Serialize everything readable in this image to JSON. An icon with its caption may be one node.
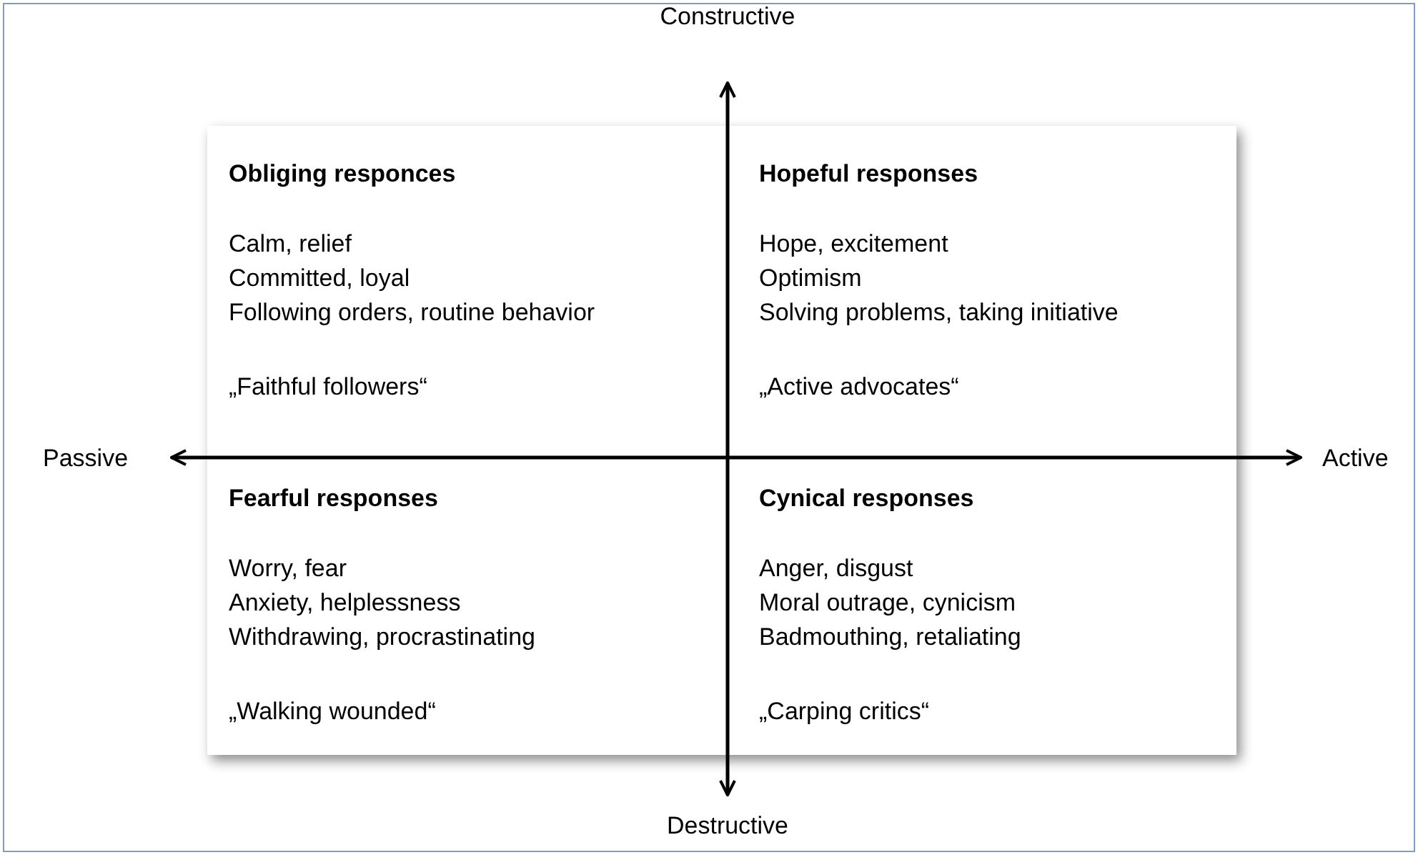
{
  "diagram": {
    "labels": [
      "Constructive",
      "Obliging responces",
      "Calm, relief",
      "Committed, loyal",
      "Following orders, routine behavior",
      "„Faithful followers“",
      "Hopeful responses",
      "Hope, excitement",
      "Optimism",
      "Solving problems, taking initiative",
      "„Active advocates“",
      "Passive",
      "Active",
      "Fearful responses",
      "Worry, fear",
      "Anxiety, helplessness",
      "Withdrawing, procrastinating",
      "„Walking wounded“",
      "Cynical responses",
      "Anger, disgust",
      "Moral outrage, cynicism",
      "Badmouthing, retaliating",
      "„Carping critics“",
      "Destructive"
    ]
  }
}
